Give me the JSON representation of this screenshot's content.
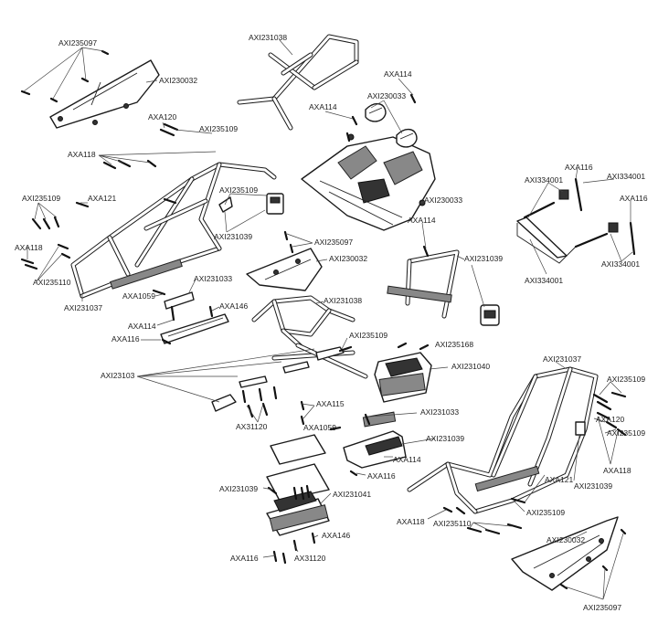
{
  "labels": {
    "l01": "AXI235097",
    "l02": "AXI230032",
    "l03": "AXA120",
    "l04": "AXI235109",
    "l05": "AXA118",
    "l06": "AXI231038",
    "l07": "AXA114",
    "l08": "AXI230033",
    "l09": "AXA114",
    "l10": "AXI230033",
    "l11": "AXI235109",
    "l12": "AXA121",
    "l13": "AXA118",
    "l14": "AXI235110",
    "l15": "AXI231037",
    "l16": "AXI235109",
    "l17": "AXI231039",
    "l18": "AXI235097",
    "l19": "AXI230032",
    "l20": "AXA114",
    "l21": "AXI231039",
    "l22": "AXI334001",
    "l23": "AXA116",
    "l24": "AXI334001",
    "l25": "AXA116",
    "l26": "AXI334001",
    "l27": "AXI334001",
    "l28": "AXI231033",
    "l29": "AXA1059",
    "l30": "AXA146",
    "l31": "AXA114",
    "l32": "AXA116",
    "l33": "AXI231038",
    "l34": "AXI235109",
    "l35": "AXI235168",
    "l36": "AXI231040",
    "l37": "AXI23103",
    "l38": "AXA115",
    "l39": "AX31120",
    "l40": "AXA1059",
    "l41": "AXI231033",
    "l42": "AXI231039",
    "l43": "AXA114",
    "l44": "AXA116",
    "l45": "AXI231039",
    "l46": "AXI231041",
    "l47": "AXA146",
    "l48": "AXA116",
    "l49": "AX31120",
    "l50": "AXI231037",
    "l51": "AXI235109",
    "l52": "AXA120",
    "l53": "AXI235109",
    "l54": "AXA118",
    "l55": "AXA121",
    "l56": "AXI231039",
    "l57": "AXI235109",
    "l58": "AXA118",
    "l59": "AXI235110",
    "l60": "AXI230032",
    "l61": "AXI235097"
  }
}
